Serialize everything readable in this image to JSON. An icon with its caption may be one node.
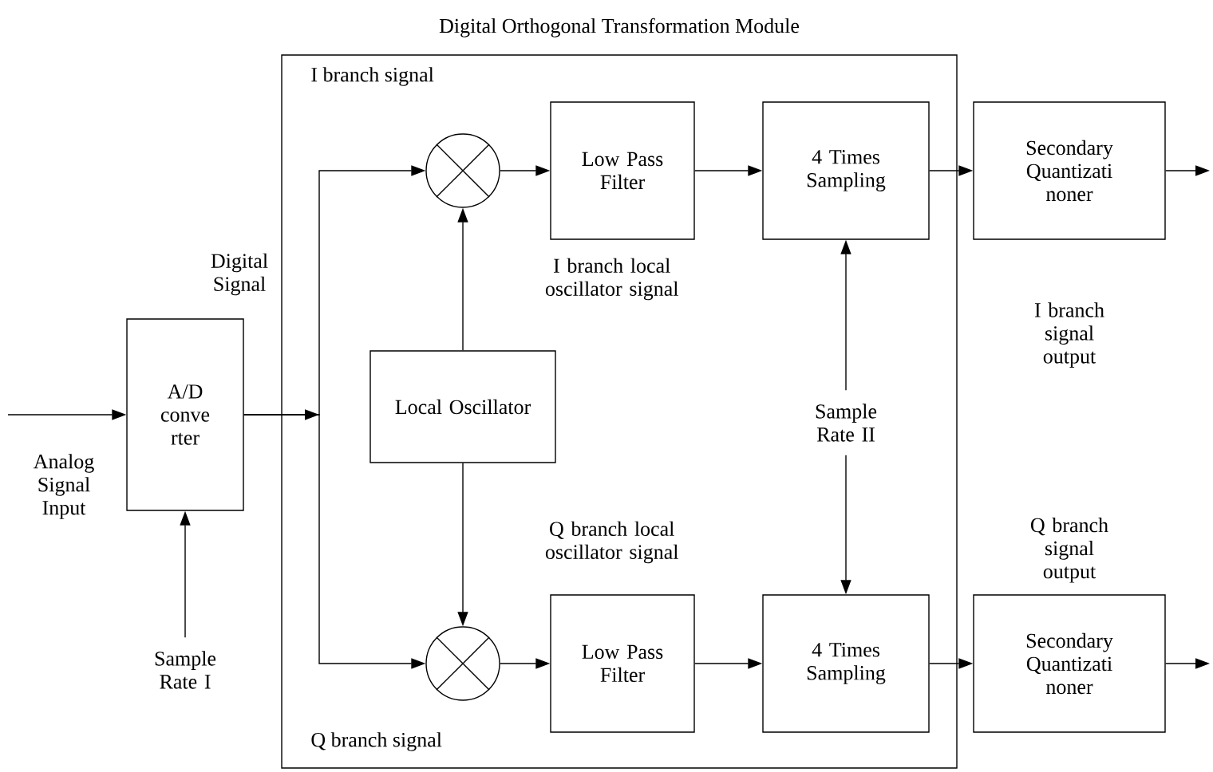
{
  "diagram": {
    "nodes": [
      {
        "text": [
          "Digital Orthogonal Transformation Module",
          "I branch signal",
          "Q branch signal"
        ]
      },
      {
        "text": [
          "A/D conve rter"
        ]
      },
      {
        "text": [],
        "shape": "circle",
        "in": 0
      },
      {
        "text": [
          "Low Pass Filter"
        ],
        "in": 0
      },
      {
        "text": [
          "4 Times Sampling"
        ],
        "in": 0
      },
      {
        "text": [
          "Secondary Quantizati noner"
        ],
        "beside": [
          "I branch signal output"
        ]
      },
      {
        "text": [
          "Local Oscillator"
        ],
        "in": 0
      },
      {
        "text": [
          "Sample Rate II"
        ],
        "in": 0
      },
      {
        "text": [],
        "shape": "circle",
        "in": 0
      },
      {
        "text": [
          "Low Pass Filter"
        ],
        "in": 0
      },
      {
        "text": [
          "4 Times Sampling"
        ],
        "in": 0
      },
      {
        "text": [
          "Secondary Quantizati noner"
        ],
        "beside": [
          "Q branch signal output"
        ]
      },
      {
        "text": [
          "Sample Rate I"
        ]
      }
    ],
    "edges": [
      {
        "from": null,
        "to": 1,
        "arrow": "to",
        "label": "Analog Signal Input"
      },
      {
        "from": 1,
        "to": 2,
        "arrow": "to",
        "label": "Digital Signal"
      },
      {
        "from": 1,
        "to": 8,
        "arrow": "to"
      },
      {
        "from": 12,
        "to": 1,
        "arrow": "to"
      },
      {
        "from": 6,
        "to": 2,
        "arrow": "to",
        "label": "I branch local oscillator signal"
      },
      {
        "from": 6,
        "to": 8,
        "arrow": "to",
        "label": "Q branch local oscillator signal"
      },
      {
        "from": 2,
        "to": 3,
        "arrow": "to"
      },
      {
        "from": 3,
        "to": 4,
        "arrow": "to"
      },
      {
        "from": 4,
        "to": 5,
        "arrow": "to"
      },
      {
        "from": 5,
        "to": null,
        "arrow": "to"
      },
      {
        "from": 8,
        "to": 9,
        "arrow": "to"
      },
      {
        "from": 9,
        "to": 10,
        "arrow": "to"
      },
      {
        "from": 10,
        "to": 11,
        "arrow": "to"
      },
      {
        "from": 11,
        "to": null,
        "arrow": "to"
      },
      {
        "from": 7,
        "to": 4,
        "arrow": "to"
      },
      {
        "from": 7,
        "to": 10,
        "arrow": "to"
      }
    ]
  }
}
